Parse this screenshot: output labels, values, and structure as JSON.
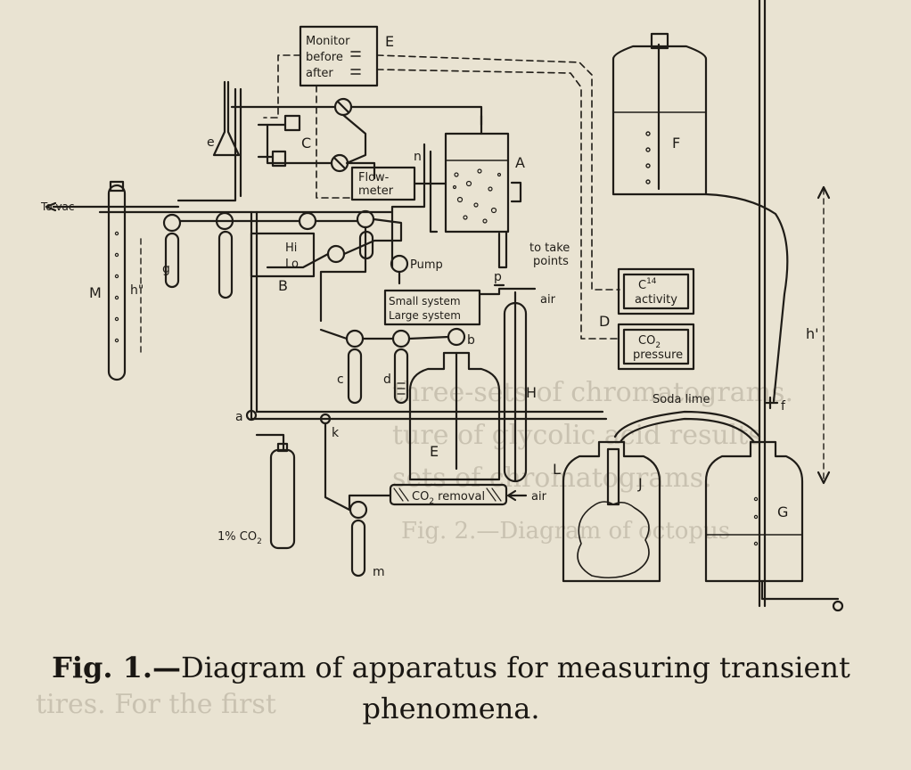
{
  "figure": {
    "caption_lead": "Fig. 1.—",
    "caption_text": "Diagram of apparatus for measuring transient phenomena."
  },
  "labels": {
    "monitor": "Monitor",
    "before": "before",
    "after": "after",
    "label_E_top": "E",
    "label_C": "C",
    "label_e": "e",
    "to_vac": "To vac",
    "flow_meter_1": "Flow-",
    "flow_meter_2": "meter",
    "label_n": "n",
    "label_A": "A",
    "to_take_1": "to take",
    "to_take_2": "points",
    "label_F": "F",
    "hi": "Hi",
    "lo": "Lo",
    "label_B": "B",
    "label_g": "g",
    "label_M": "M",
    "h_double": "h\"",
    "pump": "Pump",
    "label_p": "p",
    "air_1": "air",
    "small_system": "Small system",
    "large_system": "Large system",
    "label_b": "b",
    "c14_1": "C",
    "c14_sup": "14",
    "c14_2": "activity",
    "co2p_1": "CO",
    "co2p_sub": "2",
    "co2p_2": "pressure",
    "label_D": "D",
    "label_H": "H",
    "label_c": "c",
    "label_d": "d",
    "label_E": "E",
    "soda_lime": "Soda lime",
    "label_f": "f",
    "h_prime": "h'",
    "label_a": "a",
    "label_k": "k",
    "co2_removal": "CO",
    "co2_removal_sub": "2",
    "co2_removal_2": " removal",
    "air_2": "air",
    "label_L": "L",
    "label_J": "J",
    "label_G": "G",
    "co2_tank": "1% CO",
    "co2_tank_sub": "2",
    "label_m": "m"
  },
  "bleed": {
    "line1": "three-sets of chromatograms.",
    "line2": "ture of glycolic acid results",
    "line3": "sets of chromatograms.",
    "line4": "Fig. 2.—Diagram of octopus",
    "line5": "tires.  For the first"
  }
}
